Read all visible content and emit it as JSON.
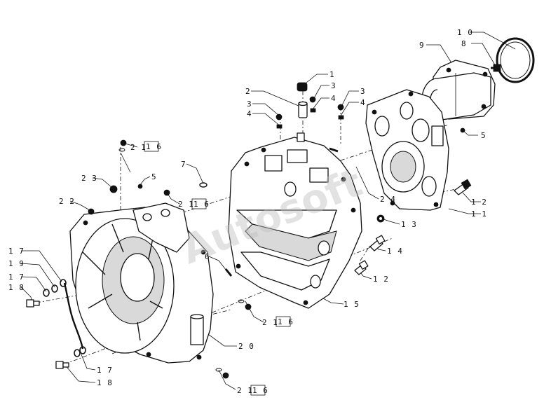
{
  "watermark": "Autosoft",
  "callouts": [
    {
      "id": "c10a",
      "text": "1 0"
    },
    {
      "id": "c8",
      "text": "8"
    },
    {
      "id": "c9",
      "text": "9"
    },
    {
      "id": "c5a",
      "text": "5"
    },
    {
      "id": "c12a",
      "text": "1 2"
    },
    {
      "id": "c11",
      "text": "1 1"
    },
    {
      "id": "c1",
      "text": "1"
    },
    {
      "id": "c2",
      "text": "2"
    },
    {
      "id": "c3a",
      "text": "3"
    },
    {
      "id": "c4a",
      "text": "4"
    },
    {
      "id": "c3b",
      "text": "3"
    },
    {
      "id": "c4b",
      "text": "4"
    },
    {
      "id": "c3c",
      "text": "3"
    },
    {
      "id": "c4c",
      "text": "4"
    },
    {
      "id": "c21a",
      "text": "2 1"
    },
    {
      "id": "c16a",
      "text": "1 6"
    },
    {
      "id": "c7",
      "text": "7"
    },
    {
      "id": "c23",
      "text": "2 3"
    },
    {
      "id": "c5b",
      "text": "5"
    },
    {
      "id": "c22",
      "text": "2 2"
    },
    {
      "id": "c21b",
      "text": "2 1"
    },
    {
      "id": "c16b",
      "text": "1 6"
    },
    {
      "id": "c24",
      "text": "2 4"
    },
    {
      "id": "c13",
      "text": "1 3"
    },
    {
      "id": "c14",
      "text": "1 4"
    },
    {
      "id": "c12b",
      "text": "1 2"
    },
    {
      "id": "c15",
      "text": "1 5"
    },
    {
      "id": "c6",
      "text": "6"
    },
    {
      "id": "c17a",
      "text": "1 7"
    },
    {
      "id": "c19",
      "text": "1 9"
    },
    {
      "id": "c17b",
      "text": "1 7"
    },
    {
      "id": "c18a",
      "text": "1 8"
    },
    {
      "id": "c21c",
      "text": "2 1"
    },
    {
      "id": "c16c",
      "text": "1 6"
    },
    {
      "id": "c20",
      "text": "2 0"
    },
    {
      "id": "c17c",
      "text": "1 7"
    },
    {
      "id": "c18b",
      "text": "1 8"
    },
    {
      "id": "c21d",
      "text": "2 1"
    },
    {
      "id": "c16d",
      "text": "1 6"
    }
  ]
}
